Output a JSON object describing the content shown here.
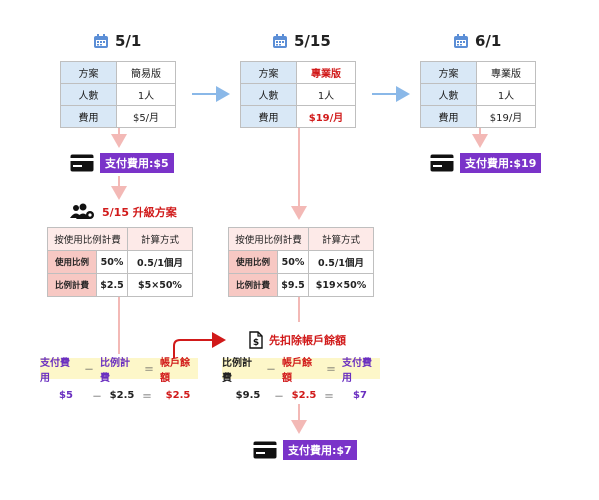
{
  "dates": [
    "5/1",
    "5/15",
    "6/1"
  ],
  "plan_tables": [
    {
      "rows": [
        {
          "k": "方案",
          "v": "簡易版",
          "highlight": false
        },
        {
          "k": "人數",
          "v": "1人",
          "highlight": false
        },
        {
          "k": "費用",
          "v": "$5/月",
          "highlight": false
        }
      ]
    },
    {
      "rows": [
        {
          "k": "方案",
          "v": "專業版",
          "highlight": true
        },
        {
          "k": "人數",
          "v": "1人",
          "highlight": false
        },
        {
          "k": "費用",
          "v": "$19/月",
          "highlight": true
        }
      ]
    },
    {
      "rows": [
        {
          "k": "方案",
          "v": "專業版",
          "highlight": false
        },
        {
          "k": "人數",
          "v": "1人",
          "highlight": false
        },
        {
          "k": "費用",
          "v": "$19/月",
          "highlight": false
        }
      ]
    }
  ],
  "payments": [
    "支付費用:$5",
    "支付費用:$19",
    "支付費用:$7"
  ],
  "upgrade_label": "5/15 升級方案",
  "deduct_label": "先扣除帳戶餘額",
  "prorate_tables": [
    {
      "header": [
        "按使用比例計費",
        "計算方式"
      ],
      "rows": [
        {
          "label": "使用比例",
          "v1": "50%",
          "v2": "0.5/1個月"
        },
        {
          "label": "比例計費",
          "v1": "$2.5",
          "v2": "$5×50%"
        }
      ]
    },
    {
      "header": [
        "按使用比例計費",
        "計算方式"
      ],
      "rows": [
        {
          "label": "使用比例",
          "v1": "50%",
          "v2": "0.5/1個月"
        },
        {
          "label": "比例計費",
          "v1": "$9.5",
          "v2": "$19×50%"
        }
      ]
    }
  ],
  "equations": [
    {
      "t1": "支付費用",
      "op1": "－",
      "t2": "比例計費",
      "op2": "＝",
      "t3": "帳戶餘額",
      "v1": "$5",
      "vop1": "－",
      "v2": "$2.5",
      "vop2": "＝",
      "v3": "$2.5"
    },
    {
      "t1": "比例計費",
      "op1": "－",
      "t2": "帳戶餘額",
      "op2": "＝",
      "t3": "支付費用",
      "v1": "$9.5",
      "vop1": "－",
      "v2": "$2.5",
      "vop2": "＝",
      "v3": "$7"
    }
  ],
  "colors": {
    "blue_arrow": "#8ab8e8",
    "pink_arrow": "#f3b9b6",
    "purple": "#7a33c9",
    "red": "#d11a1a"
  },
  "icons": [
    "calendar-icon",
    "credit-card-icon",
    "users-gear-icon",
    "invoice-dollar-icon"
  ]
}
